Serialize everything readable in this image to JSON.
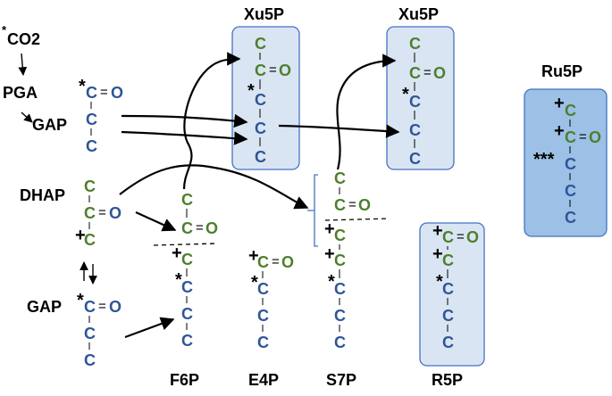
{
  "labels": {
    "co2": "CO2",
    "co2_mark": "*",
    "pga": "PGA",
    "gap_top": "GAP",
    "dhap": "DHAP",
    "gap_bottom": "GAP",
    "f6p": "F6P",
    "e4p": "E4P",
    "s7p": "S7P",
    "r5p": "R5P",
    "xu5p_1": "Xu5P",
    "xu5p_2": "Xu5P",
    "ru5p": "Ru5P"
  },
  "atoms": {
    "carbon": "C",
    "oxygen": "O",
    "double_bond": "=",
    "single_bond": "|"
  },
  "marks": {
    "star": "*",
    "plus": "+",
    "triple_star": "***"
  },
  "colors": {
    "carbon_blue": "#2e5597",
    "carbon_green": "#4e7f2b",
    "box_fill": "#dae5f3",
    "box_border": "#4472c4",
    "ru5p_fill": "#9dc0e6"
  }
}
